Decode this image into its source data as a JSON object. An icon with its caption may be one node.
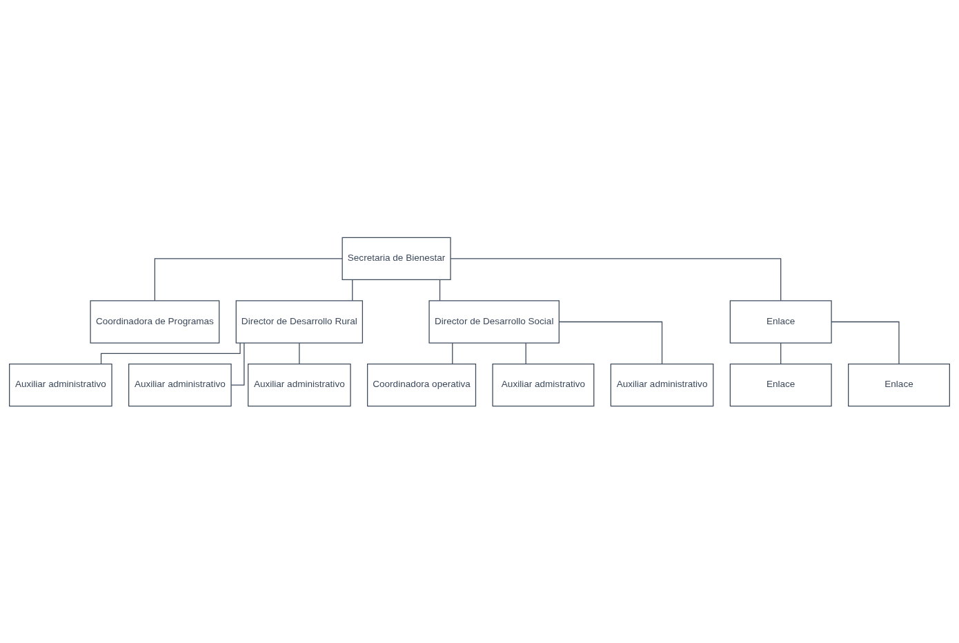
{
  "diagram": {
    "nodes": [
      {
        "text": [
          "Secretaria de Bienestar"
        ]
      },
      {
        "text": [
          "Coordinadora de Programas"
        ]
      },
      {
        "text": [
          "Director de Desarrollo Rural"
        ]
      },
      {
        "text": [
          "Director de Desarrollo Social"
        ]
      },
      {
        "text": [
          "Enlace"
        ]
      },
      {
        "text": [
          "Auxiliar administrativo"
        ]
      },
      {
        "text": [
          "Coordinadora operativa"
        ]
      },
      {
        "text": [
          "Enlace"
        ]
      },
      {
        "text": [
          "Enlace"
        ]
      },
      {
        "text": [
          "Auxiliar administrativo"
        ]
      },
      {
        "text": [
          "Auxiliar admistrativo"
        ]
      },
      {
        "text": [
          "Auxiliar administrativo"
        ]
      },
      {
        "text": [
          "Auxiliar administrativo"
        ]
      }
    ],
    "edges": [
      {
        "from": 0,
        "to": 1,
        "arrow": "none"
      },
      {
        "from": 0,
        "to": 2,
        "arrow": "none"
      },
      {
        "from": 0,
        "to": 3,
        "arrow": "none"
      },
      {
        "from": 0,
        "to": 4,
        "arrow": "none"
      },
      {
        "from": 2,
        "to": 5,
        "arrow": "none"
      },
      {
        "from": 3,
        "to": 6,
        "arrow": "none"
      },
      {
        "from": 4,
        "to": 7,
        "arrow": "none"
      },
      {
        "from": 4,
        "to": 8,
        "arrow": "none"
      },
      {
        "from": 2,
        "to": 9,
        "arrow": "none"
      },
      {
        "from": 3,
        "to": 10,
        "arrow": "none"
      },
      {
        "from": 2,
        "to": 11,
        "arrow": "none"
      },
      {
        "from": 3,
        "to": 12,
        "arrow": "none"
      }
    ]
  }
}
